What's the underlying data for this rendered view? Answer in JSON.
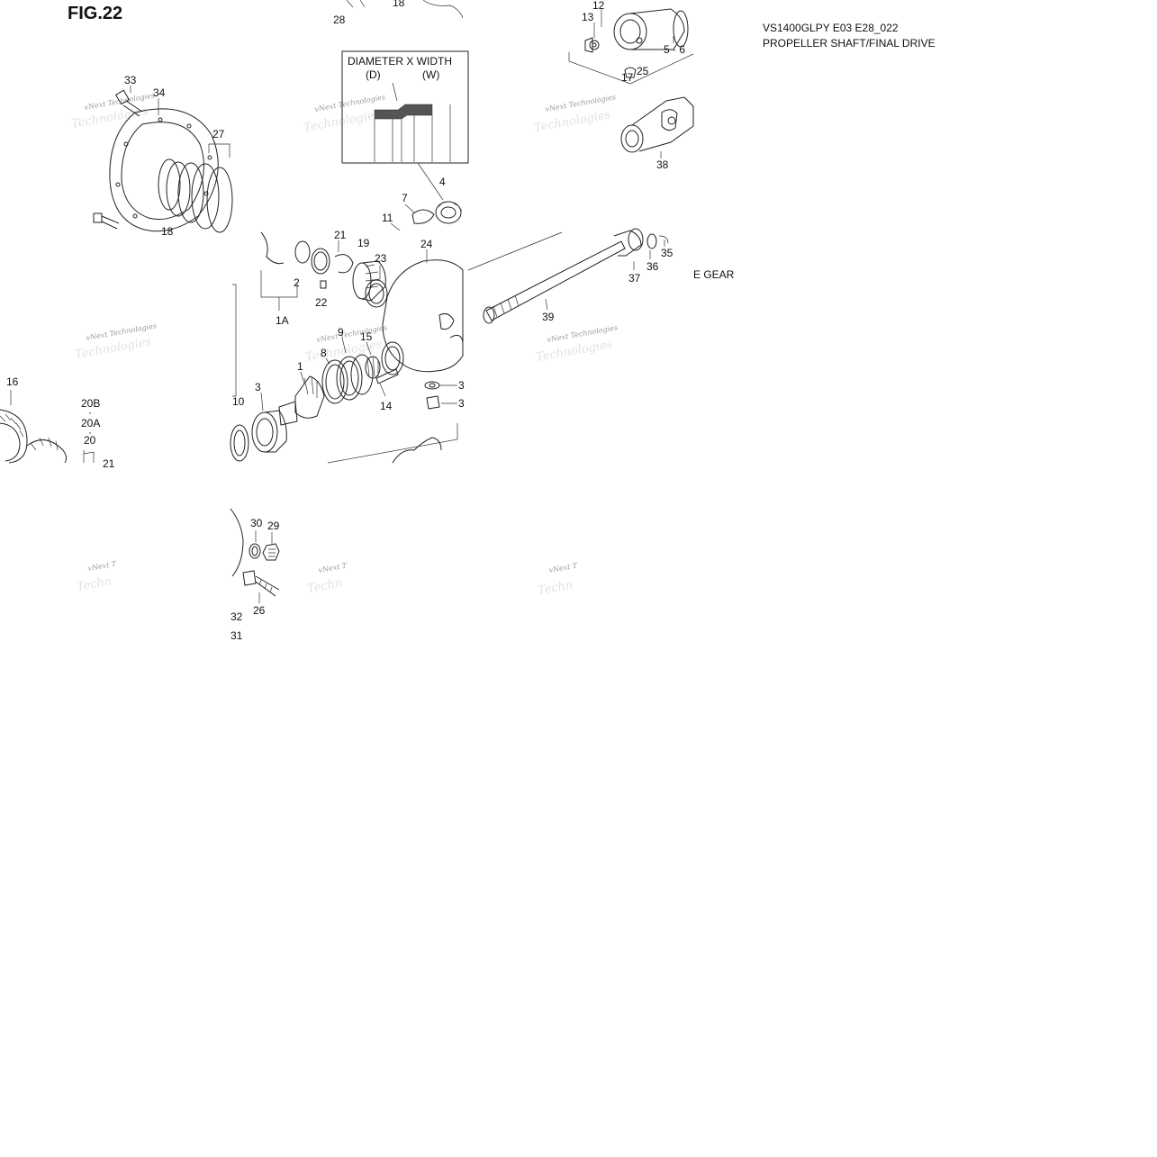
{
  "figure": {
    "title": "FIG.22",
    "model_code": "VS1400GLPY E03 E28_022",
    "section_name": "PROPELLER SHAFT/FINAL DRIVE",
    "partial_gear_label": "E GEAR"
  },
  "inset": {
    "heading": "DIAMETER X WIDTH",
    "diameter_label": "(D)",
    "width_label": "(W)"
  },
  "watermark": {
    "line1": "vNext Technologies",
    "line2": "Technologies",
    "short1": "vNext T",
    "short2": "Techn"
  },
  "part_labels": [
    {
      "id": "28",
      "text": "28"
    },
    {
      "id": "18",
      "text": "18"
    },
    {
      "id": "12",
      "text": "12"
    },
    {
      "id": "13",
      "text": "13"
    },
    {
      "id": "5-6",
      "text": "5 · 6"
    },
    {
      "id": "33",
      "text": "33"
    },
    {
      "id": "34",
      "text": "34"
    },
    {
      "id": "27",
      "text": "27"
    },
    {
      "id": "25",
      "text": "25"
    },
    {
      "id": "17",
      "text": "17"
    },
    {
      "id": "38",
      "text": "38"
    },
    {
      "id": "4",
      "text": "4"
    },
    {
      "id": "7",
      "text": "7"
    },
    {
      "id": "11",
      "text": "11"
    },
    {
      "id": "18b",
      "text": "18"
    },
    {
      "id": "21",
      "text": "21"
    },
    {
      "id": "19",
      "text": "19"
    },
    {
      "id": "24",
      "text": "24"
    },
    {
      "id": "23",
      "text": "23"
    },
    {
      "id": "2",
      "text": "2"
    },
    {
      "id": "22",
      "text": "22"
    },
    {
      "id": "1A",
      "text": "1A"
    },
    {
      "id": "35",
      "text": "35"
    },
    {
      "id": "36",
      "text": "36"
    },
    {
      "id": "37",
      "text": "37"
    },
    {
      "id": "39",
      "text": "39"
    },
    {
      "id": "9",
      "text": "9"
    },
    {
      "id": "15",
      "text": "15"
    },
    {
      "id": "8",
      "text": "8"
    },
    {
      "id": "1",
      "text": "1"
    },
    {
      "id": "16",
      "text": "16"
    },
    {
      "id": "3",
      "text": "3"
    },
    {
      "id": "10",
      "text": "10"
    },
    {
      "id": "3a",
      "text": "3"
    },
    {
      "id": "3b",
      "text": "3"
    },
    {
      "id": "14",
      "text": "14"
    },
    {
      "id": "20B",
      "text": "20B"
    },
    {
      "id": "20A",
      "text": "20A"
    },
    {
      "id": "20",
      "text": "20"
    },
    {
      "id": "21b",
      "text": "21"
    },
    {
      "id": "30",
      "text": "30"
    },
    {
      "id": "29",
      "text": "29"
    },
    {
      "id": "26",
      "text": "26"
    },
    {
      "id": "32",
      "text": "32"
    },
    {
      "id": "31",
      "text": "31"
    },
    {
      "id": "dot1",
      "text": "·"
    },
    {
      "id": "dot2",
      "text": "·"
    }
  ]
}
